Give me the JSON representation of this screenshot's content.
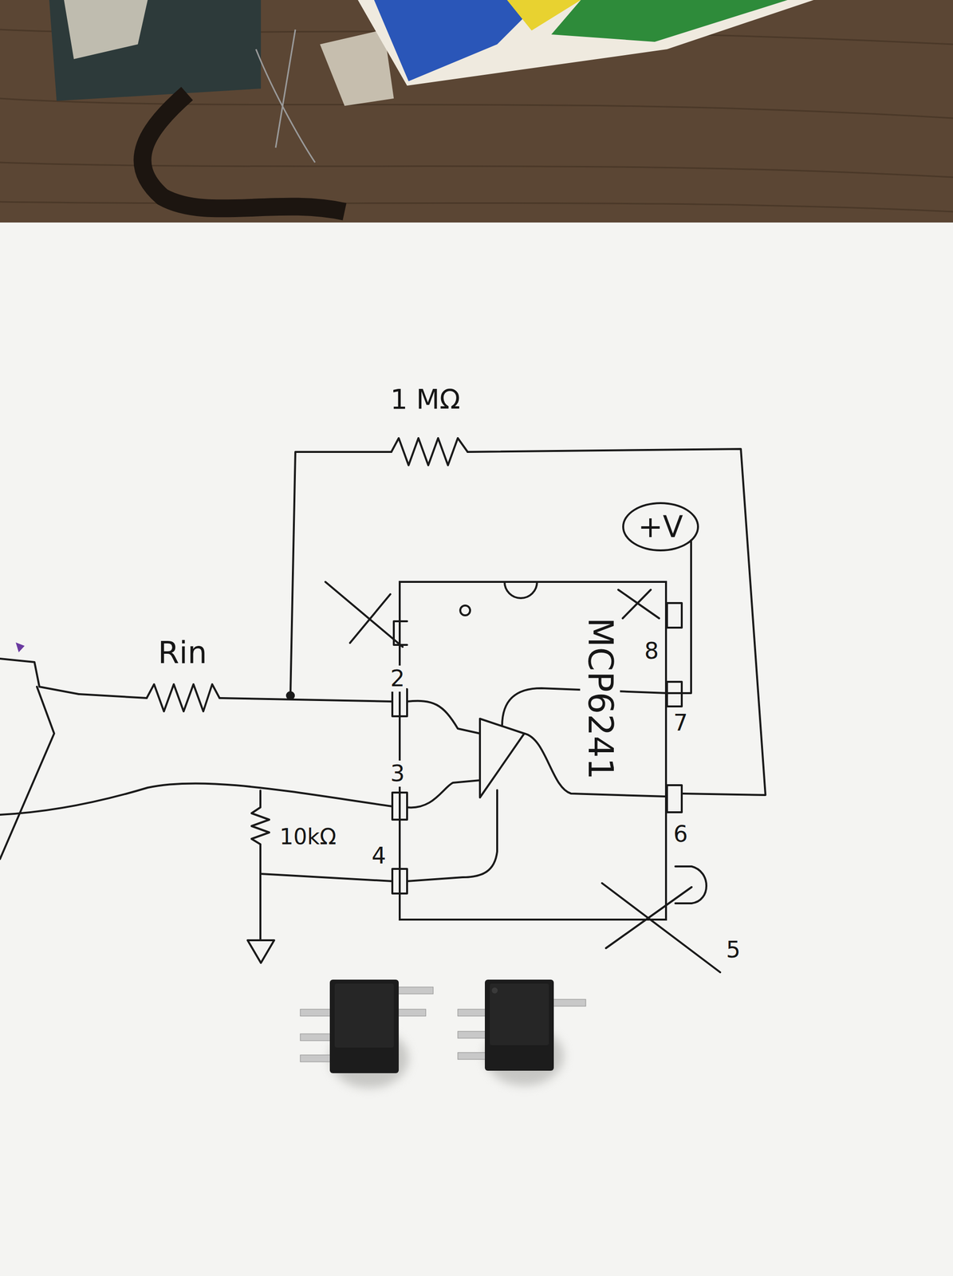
{
  "diagram": {
    "nodes": [
      {
        "text": [
          "+V"
        ]
      },
      {
        "text": [
          "MCP6241"
        ]
      }
    ],
    "edges": [
      {
        "from": 0,
        "to": 1,
        "arrow": "none"
      }
    ],
    "labels": [
      "1 MΩ",
      "Rin",
      "2",
      "3",
      "10kΩ",
      "4",
      "8",
      "7",
      "6",
      "5"
    ]
  }
}
